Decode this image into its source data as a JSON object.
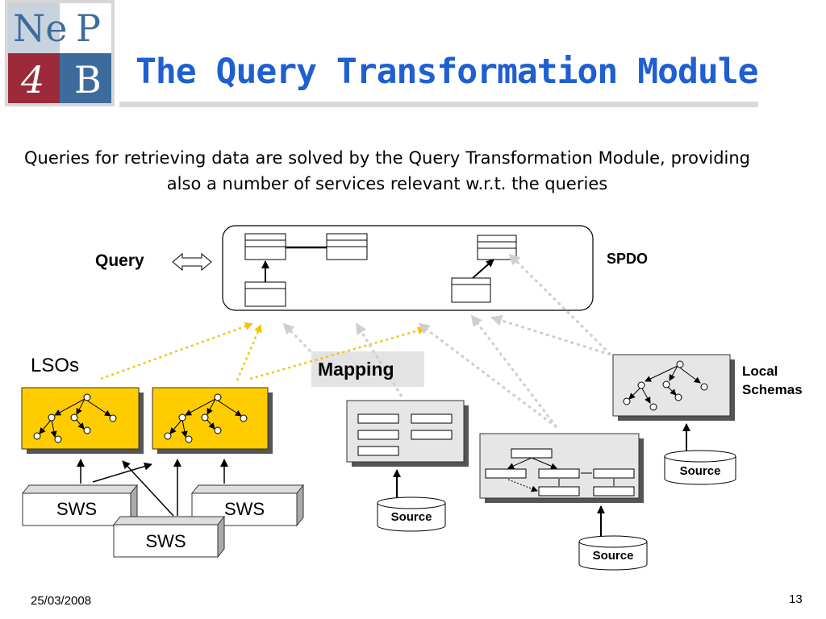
{
  "logo": {
    "top_left": "Ne",
    "top_right": "P",
    "bottom_left": "4",
    "bottom_right": "B"
  },
  "slide": {
    "title": "The Query Transformation Module"
  },
  "intro_text": "Queries for retrieving data are solved by the Query Transformation Module, providing also a number of services relevant w.r.t. the queries",
  "diagram": {
    "query_label": "Query",
    "spdo_label": "SPDO",
    "lsos_label": "LSOs",
    "mapping_label": "Mapping",
    "local_schemas_line1": "Local",
    "local_schemas_line2": "Schemas",
    "sws_labels": [
      "SWS",
      "SWS",
      "SWS"
    ],
    "source_labels": [
      "Source",
      "Source",
      "Source"
    ],
    "colors": {
      "lso_fill": "#ffcc00",
      "arrow_yellow": "#f5c400",
      "arrow_grey": "#cfcfcf",
      "schema_fill": "#e6e6e6"
    }
  },
  "footer": {
    "date": "25/03/2008",
    "page": "13"
  }
}
